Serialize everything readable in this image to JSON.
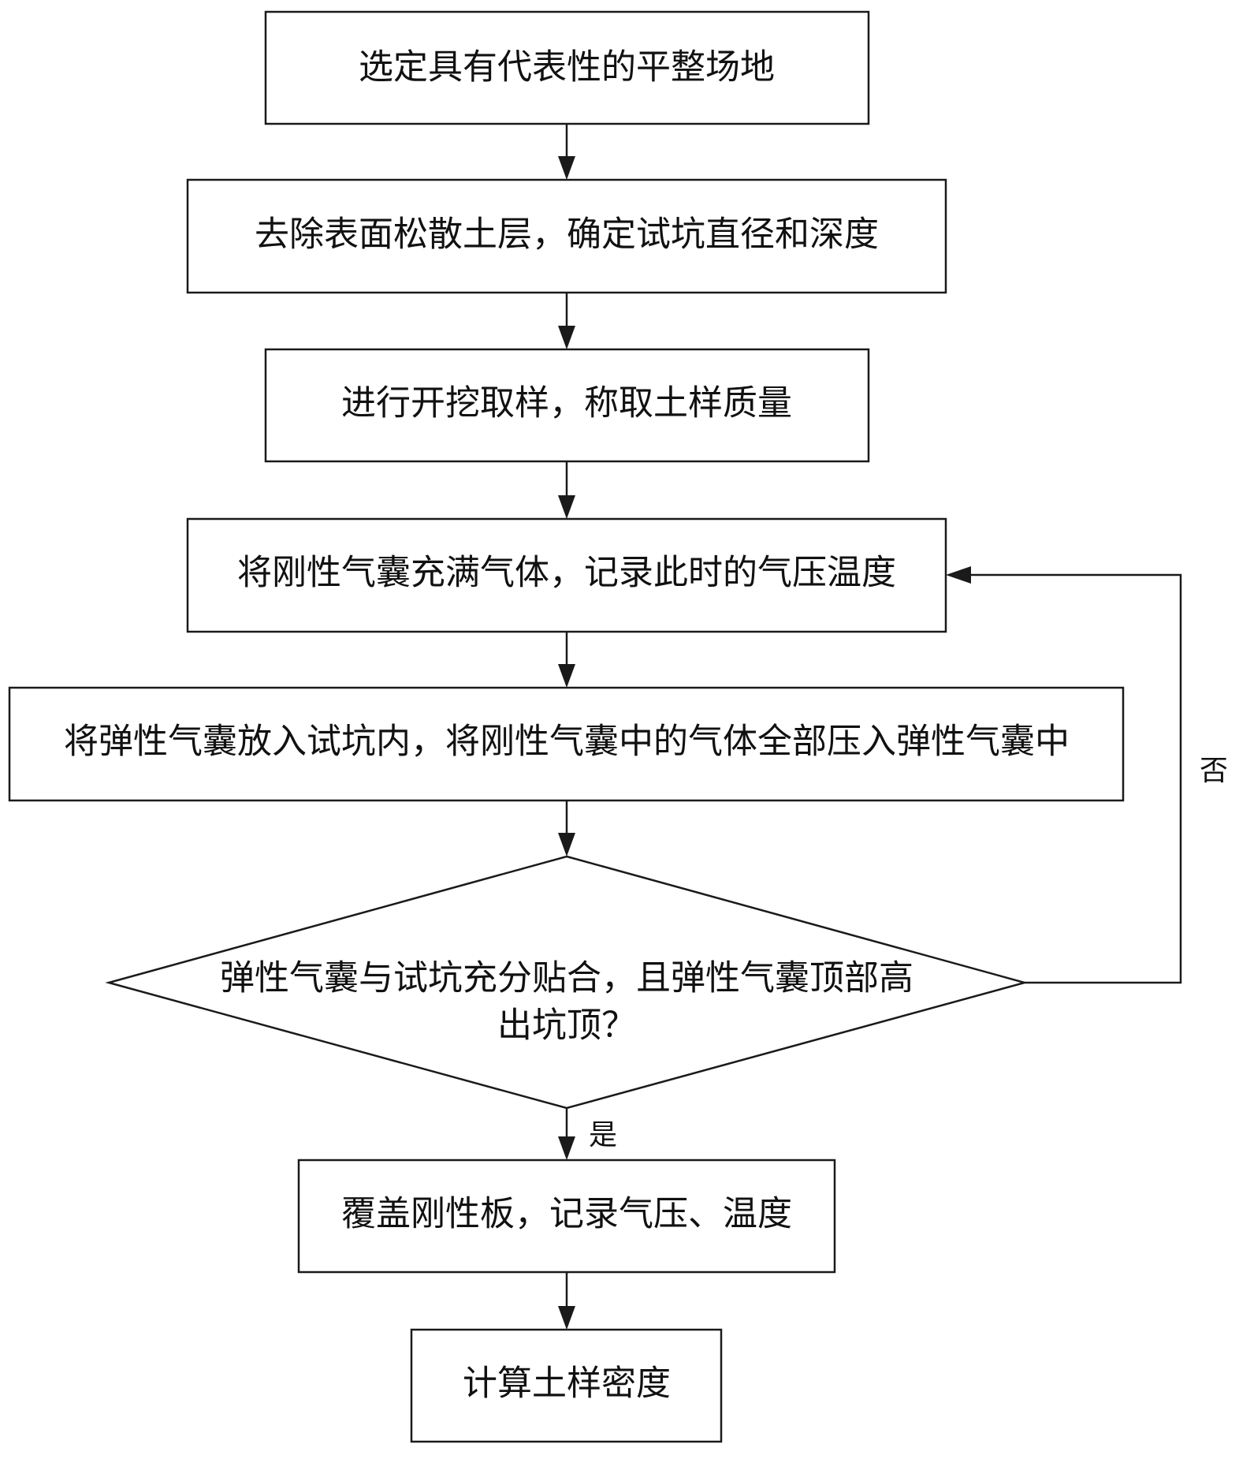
{
  "flowchart": {
    "steps": [
      {
        "id": "step1",
        "text": "选定具有代表性的平整场地"
      },
      {
        "id": "step2",
        "text": "去除表面松散土层，确定试坑直径和深度"
      },
      {
        "id": "step3",
        "text": "进行开挖取样，称取土样质量"
      },
      {
        "id": "step4",
        "text": "将刚性气囊充满气体，记录此时的气压温度"
      },
      {
        "id": "step5",
        "text": "将弹性气囊放入试坑内，将刚性气囊中的气体全部压入弹性气囊中"
      },
      {
        "id": "step6",
        "text": "覆盖刚性板，记录气压、温度"
      },
      {
        "id": "step7",
        "text": "计算土样密度"
      }
    ],
    "decision": {
      "line1": "弹性气囊与试坑充分贴合，且弹性气囊顶部高",
      "line2": "出坑顶？"
    },
    "labels": {
      "yes": "是",
      "no": "否"
    }
  }
}
